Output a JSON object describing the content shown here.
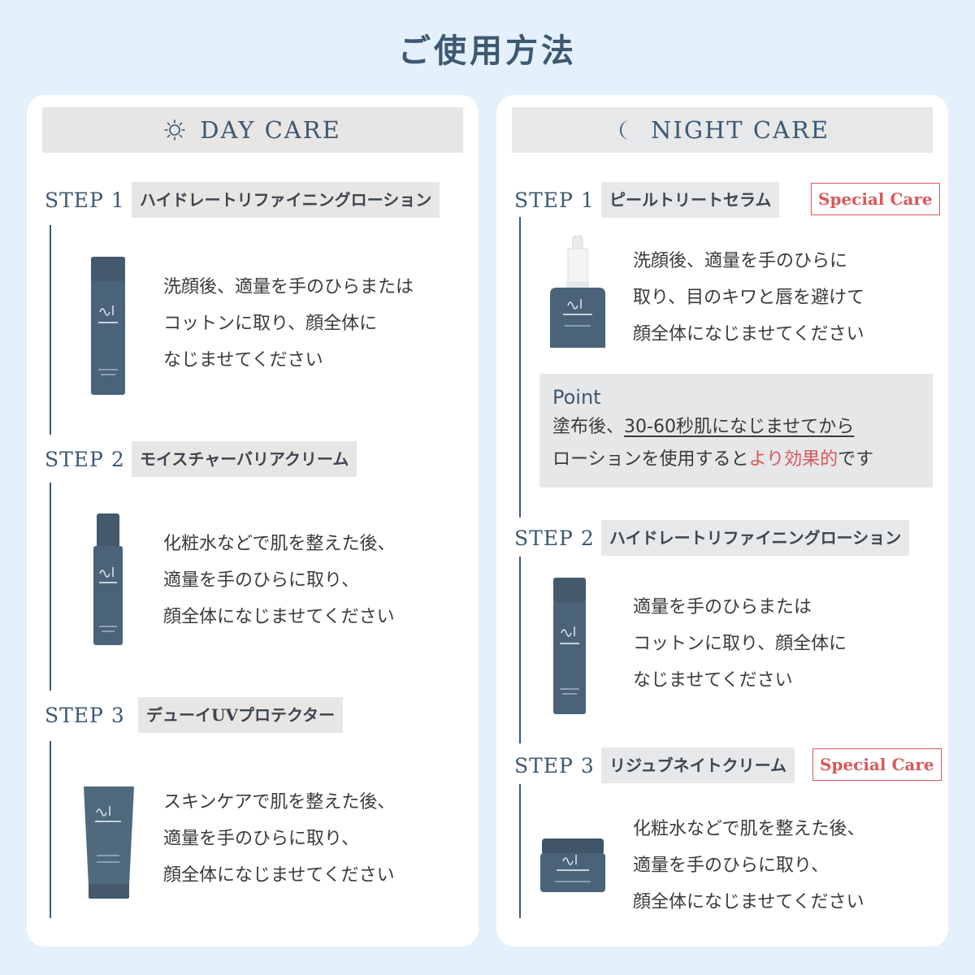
{
  "page_title": "ご使用方法",
  "day": {
    "header": "DAY CARE",
    "steps": [
      {
        "label": "STEP 1",
        "name": "ハイドレートリファイニングローション",
        "lines": [
          "洗顔後、適量を手のひらまたは",
          "コットンに取り、顔全体に",
          "なじませてください"
        ]
      },
      {
        "label": "STEP 2",
        "name": "モイスチャーバリアクリーム",
        "lines": [
          "化粧水などで肌を整えた後、",
          "適量を手のひらに取り、",
          "顔全体になじませてください"
        ]
      },
      {
        "label": "STEP 3",
        "name": "デューイUVプロテクター",
        "lines": [
          "スキンケアで肌を整えた後、",
          "適量を手のひらに取り、",
          "顔全体になじませてください"
        ]
      }
    ]
  },
  "night": {
    "header": "NIGHT CARE",
    "steps": [
      {
        "label": "STEP 1",
        "name": "ピールトリートセラム",
        "badge": "Special Care",
        "lines": [
          "洗顔後、適量を手のひらに",
          "取り、目のキワと唇を避けて",
          "顔全体になじませてください"
        ]
      },
      {
        "label": "STEP 2",
        "name": "ハイドレートリファイニングローション",
        "lines": [
          "適量を手のひらまたは",
          "コットンに取り、顔全体に",
          "なじませてください"
        ]
      },
      {
        "label": "STEP 3",
        "name": "リジュブネイトクリーム",
        "badge": "Special Care",
        "lines": [
          "化粧水などで肌を整えた後、",
          "適量を手のひらに取り、",
          "顔全体になじませてください"
        ]
      }
    ],
    "point": {
      "label": "Point",
      "line1_prefix": "塗布後、",
      "line1_underlined": "30-60秒肌になじませてから",
      "line2_prefix": "ローションを使用すると",
      "line2_highlight": "より効果的",
      "line2_suffix": "です"
    }
  },
  "colors": {
    "background": "#e4f0fb",
    "navy": "#3d5872",
    "accent_red": "#d9585a",
    "product": "#4a6378"
  },
  "icons": {
    "day": "sun-icon",
    "night": "moon-icon"
  }
}
